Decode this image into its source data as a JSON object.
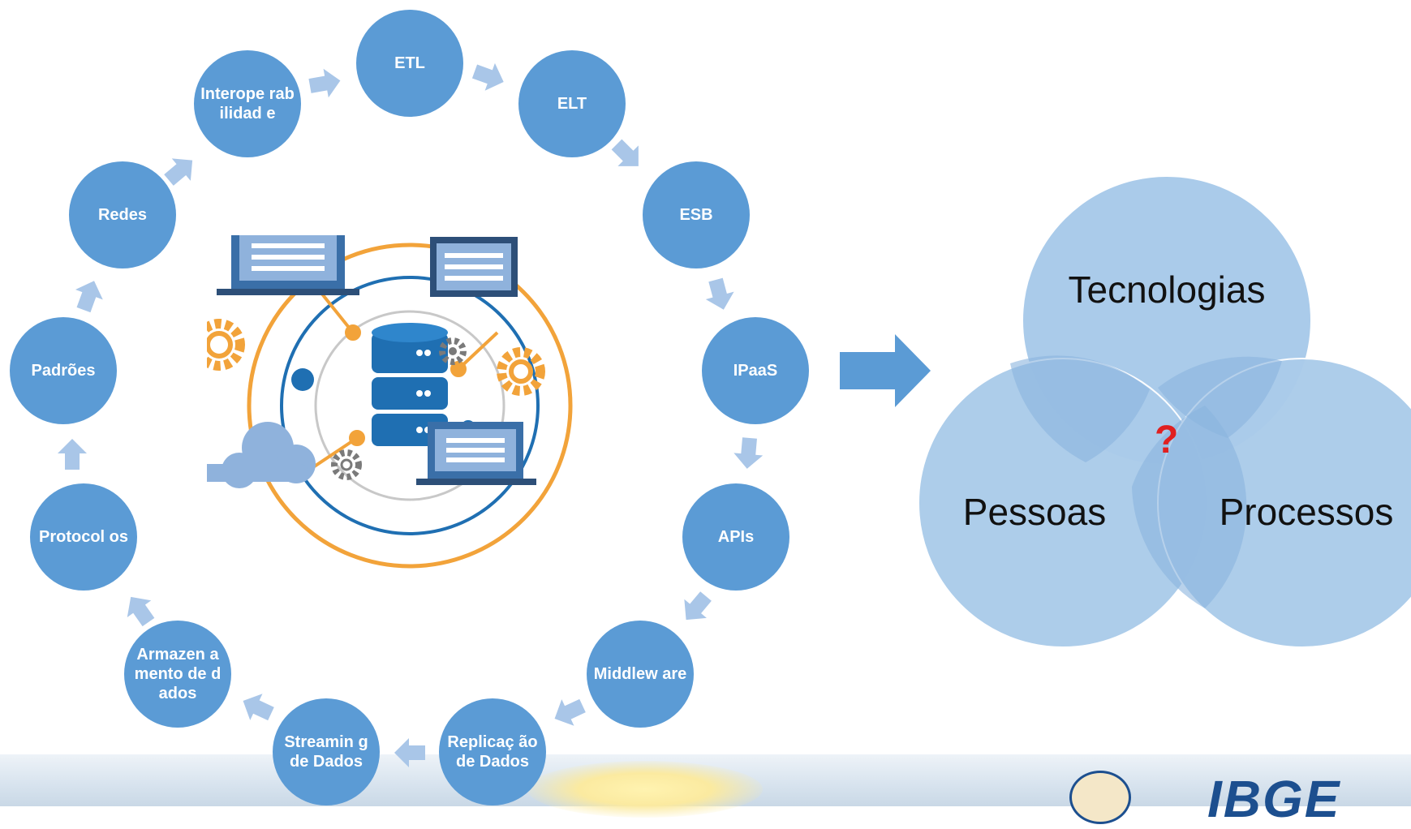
{
  "cycle": {
    "nodes": [
      {
        "id": "etl",
        "label": "ETL"
      },
      {
        "id": "elt",
        "label": "ELT"
      },
      {
        "id": "esb",
        "label": "ESB"
      },
      {
        "id": "ipaas",
        "label": "IPaaS"
      },
      {
        "id": "apis",
        "label": "APIs"
      },
      {
        "id": "middleware",
        "label": "Middlew are"
      },
      {
        "id": "replicacao",
        "label": "Replicaç ão de Dados"
      },
      {
        "id": "streaming",
        "label": "Streamin g de Dados"
      },
      {
        "id": "armazenamento",
        "label": "Armazen amento de dados"
      },
      {
        "id": "protocolos",
        "label": "Protocol os"
      },
      {
        "id": "padroes",
        "label": "Padrões"
      },
      {
        "id": "redes",
        "label": "Redes"
      },
      {
        "id": "interoperabilidade",
        "label": "Interope rabilidad e"
      }
    ],
    "colors": {
      "node": "#5b9bd5",
      "arrow": "#a9c6e8",
      "ring_outer": "#f2a33a",
      "ring_inner": "#1f6fb2"
    }
  },
  "venn": {
    "top_label": "Tecnologias",
    "left_label": "Pessoas",
    "right_label": "Processos",
    "center_label": "?",
    "colors": {
      "circle": "#a9c8e8",
      "overlap": "#8bb4de",
      "center": "#e02020"
    }
  },
  "logo": {
    "text": "IBGE"
  }
}
